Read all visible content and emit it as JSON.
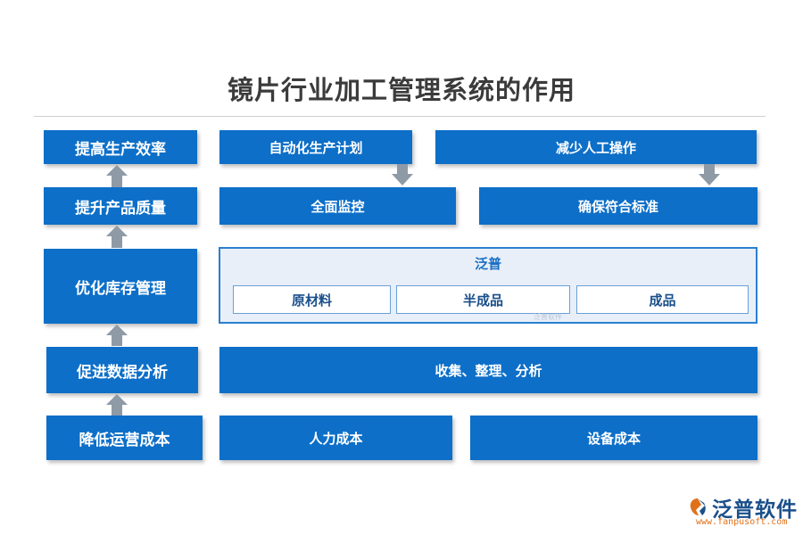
{
  "title": "镜片行业加工管理系统的作用",
  "left_column": [
    "提高生产效率",
    "提升产品质量",
    "优化库存管理",
    "促进数据分析",
    "降低运营成本"
  ],
  "row1": {
    "a": "自动化生产计划",
    "b": "减少人工操作"
  },
  "row2": {
    "a": "全面监控",
    "b": "确保符合标准"
  },
  "panel": {
    "title": "泛普",
    "items": [
      "原材料",
      "半成品",
      "成品"
    ],
    "watermark": "泛普软件"
  },
  "row4": "收集、整理、分析",
  "row5": {
    "a": "人力成本",
    "b": "设备成本"
  },
  "logo": {
    "name": "泛普软件",
    "url": "www.fanpusoft.com"
  },
  "colors": {
    "box": "#0d6fc8",
    "arrow": "#8e9aa6",
    "panel_bg": "#e8eff8",
    "panel_border": "#2a7fcf",
    "logo_url": "#e0711b"
  }
}
